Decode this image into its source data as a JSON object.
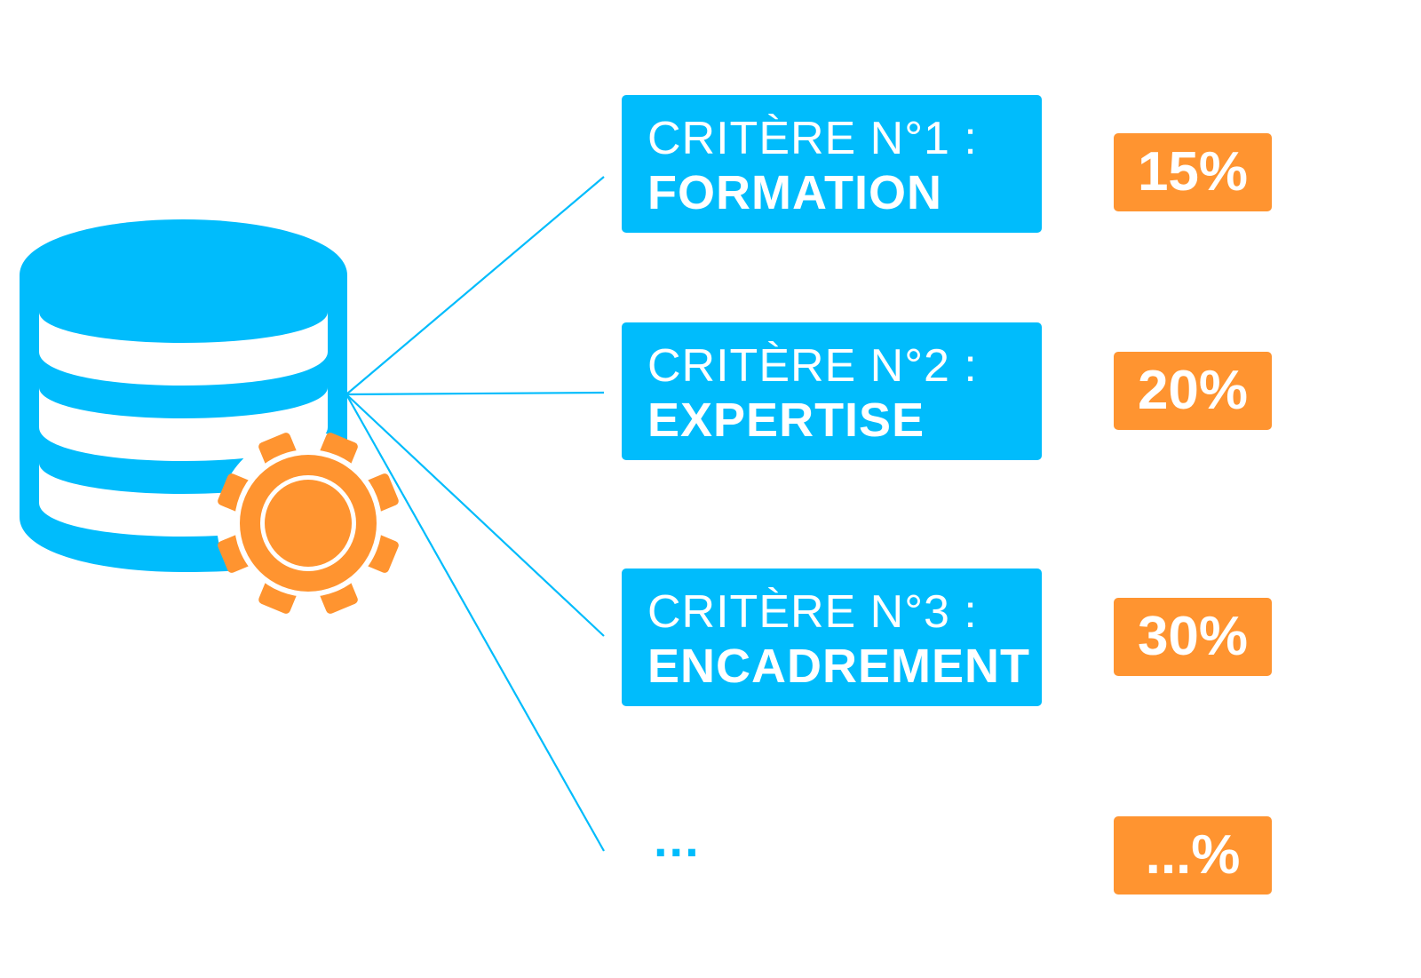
{
  "criteria": [
    {
      "heading": "CRITÈRE N°1 :",
      "name": "FORMATION",
      "weight": "15%"
    },
    {
      "heading": "CRITÈRE N°2 :",
      "name": "EXPERTISE",
      "weight": "20%"
    },
    {
      "heading": "CRITÈRE N°3 :",
      "name": "ENCADREMENT",
      "weight": "30%"
    }
  ],
  "more": {
    "label": "...",
    "weight": "...%"
  },
  "icons": {
    "main": "database-icon",
    "badge": "gear-icon"
  },
  "colors": {
    "blue": "#00bcfc",
    "orange": "#ff9430",
    "background": "#ffffff"
  }
}
